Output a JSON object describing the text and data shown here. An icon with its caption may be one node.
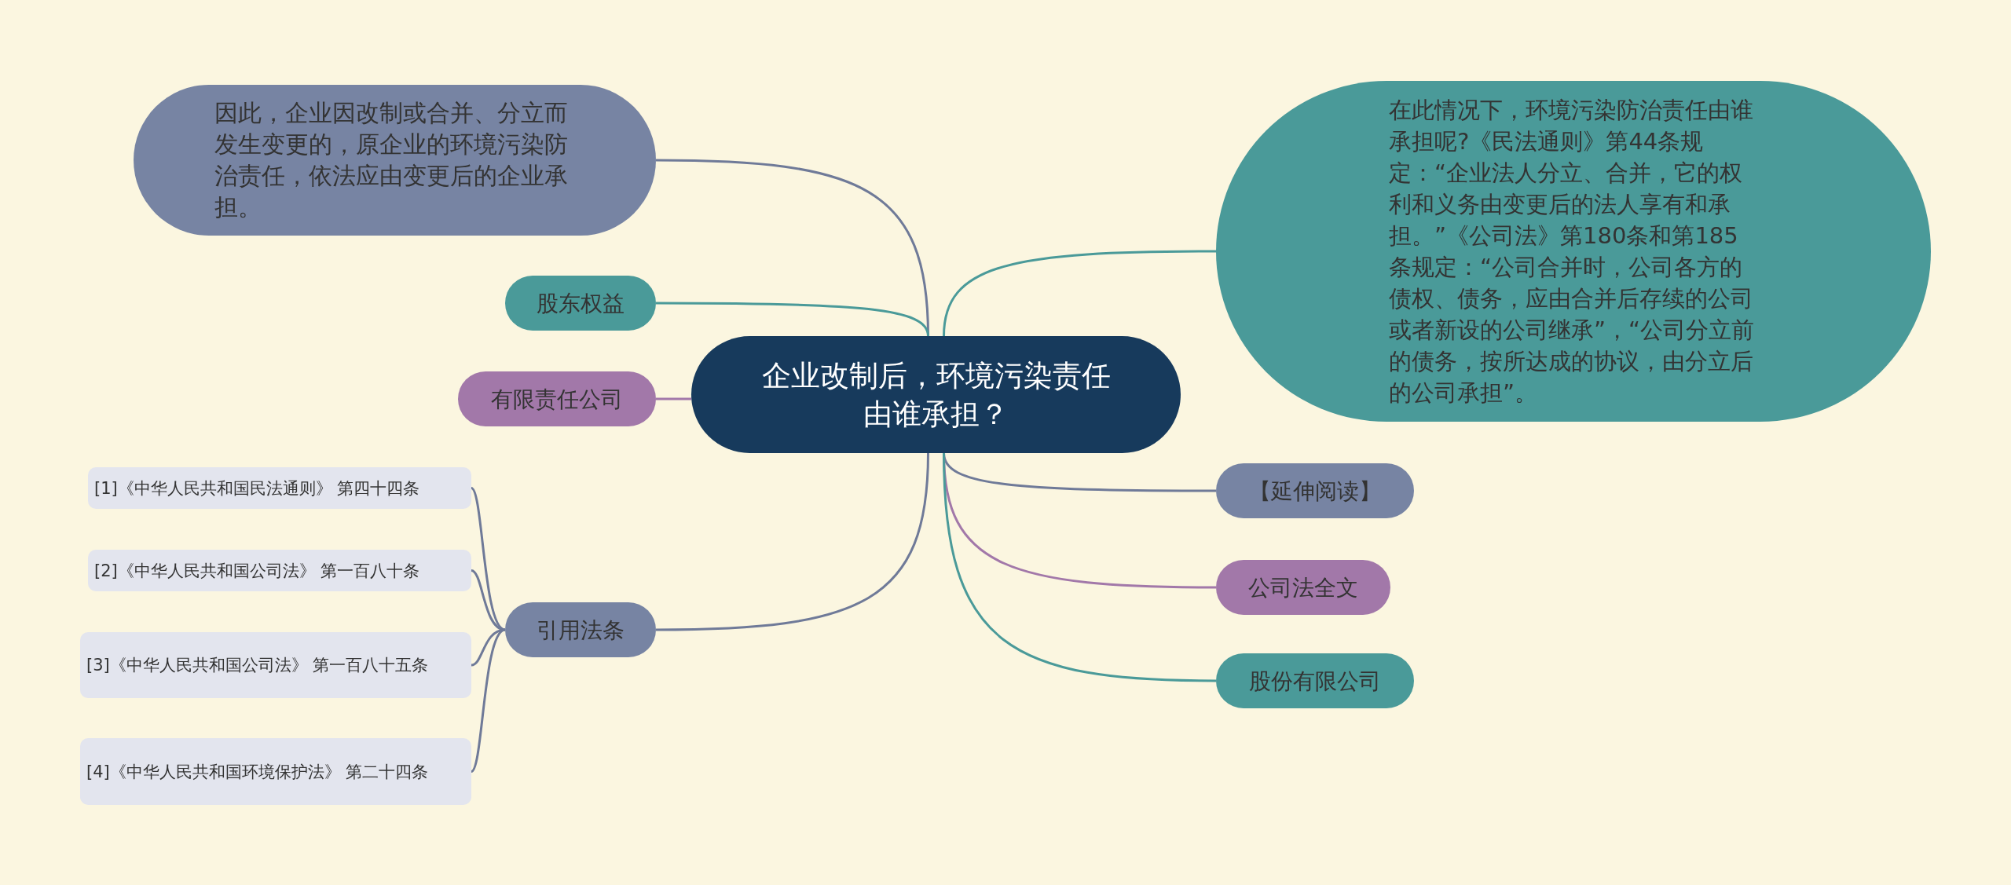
{
  "diagram": {
    "nodes": [
      {
        "text": [
          "企业改制后，环境污染责任由谁承担？"
        ]
      },
      {
        "text": [
          "因此，企业因改制或合并、分立而发生变更的，原企业的环境污染防治责任，依法应由变更后的企业承担。"
        ]
      },
      {
        "text": [
          "股东权益"
        ]
      },
      {
        "text": [
          "有限责任公司"
        ]
      },
      {
        "text": [
          "引用法条"
        ]
      },
      {
        "text": [
          "[1]《中华人民共和国民法通则》 第四十四条"
        ]
      },
      {
        "text": [
          "[2]《中华人民共和国公司法》 第一百八十条"
        ]
      },
      {
        "text": [
          "[3]《中华人民共和国公司法》 第一百八十五条"
        ]
      },
      {
        "text": [
          "[4]《中华人民共和国环境保护法》 第二十四条"
        ]
      },
      {
        "text": [
          "在此情况下，环境污染防治责任由谁承担呢?《民法通则》第44条规定：“企业法人分立、合并，它的权利和义务由变更后的法人享有和承担。”《公司法》第180条和第185条规定：“公司合并时，公司各方的债权、债务，应由合并后存续的公司或者新设的公司继承”，“公司分立前的债务，按所达成的协议，由分立后的公司承担”。"
        ]
      },
      {
        "text": [
          "【延伸阅读】"
        ]
      },
      {
        "text": [
          "公司法全文"
        ]
      },
      {
        "text": [
          "股份有限公司"
        ]
      }
    ],
    "edges": [
      {
        "from": 0,
        "to": 1,
        "arrow": "none"
      },
      {
        "from": 0,
        "to": 2,
        "arrow": "none",
        "color": "#4a9a99"
      },
      {
        "from": 0,
        "to": 3,
        "arrow": "none",
        "color": "#a278a9"
      },
      {
        "from": 0,
        "to": 4,
        "arrow": "none"
      },
      {
        "from": 4,
        "to": 5,
        "arrow": "none"
      },
      {
        "from": 4,
        "to": 6,
        "arrow": "none"
      },
      {
        "from": 4,
        "to": 7,
        "arrow": "none"
      },
      {
        "from": 4,
        "to": 8,
        "arrow": "none"
      },
      {
        "from": 0,
        "to": 9,
        "arrow": "none",
        "color": "#4a9a99"
      },
      {
        "from": 0,
        "to": 10,
        "arrow": "none"
      },
      {
        "from": 0,
        "to": 11,
        "arrow": "none",
        "color": "#a278a9"
      },
      {
        "from": 0,
        "to": 12,
        "arrow": "none",
        "color": "#4a9a99"
      }
    ]
  }
}
